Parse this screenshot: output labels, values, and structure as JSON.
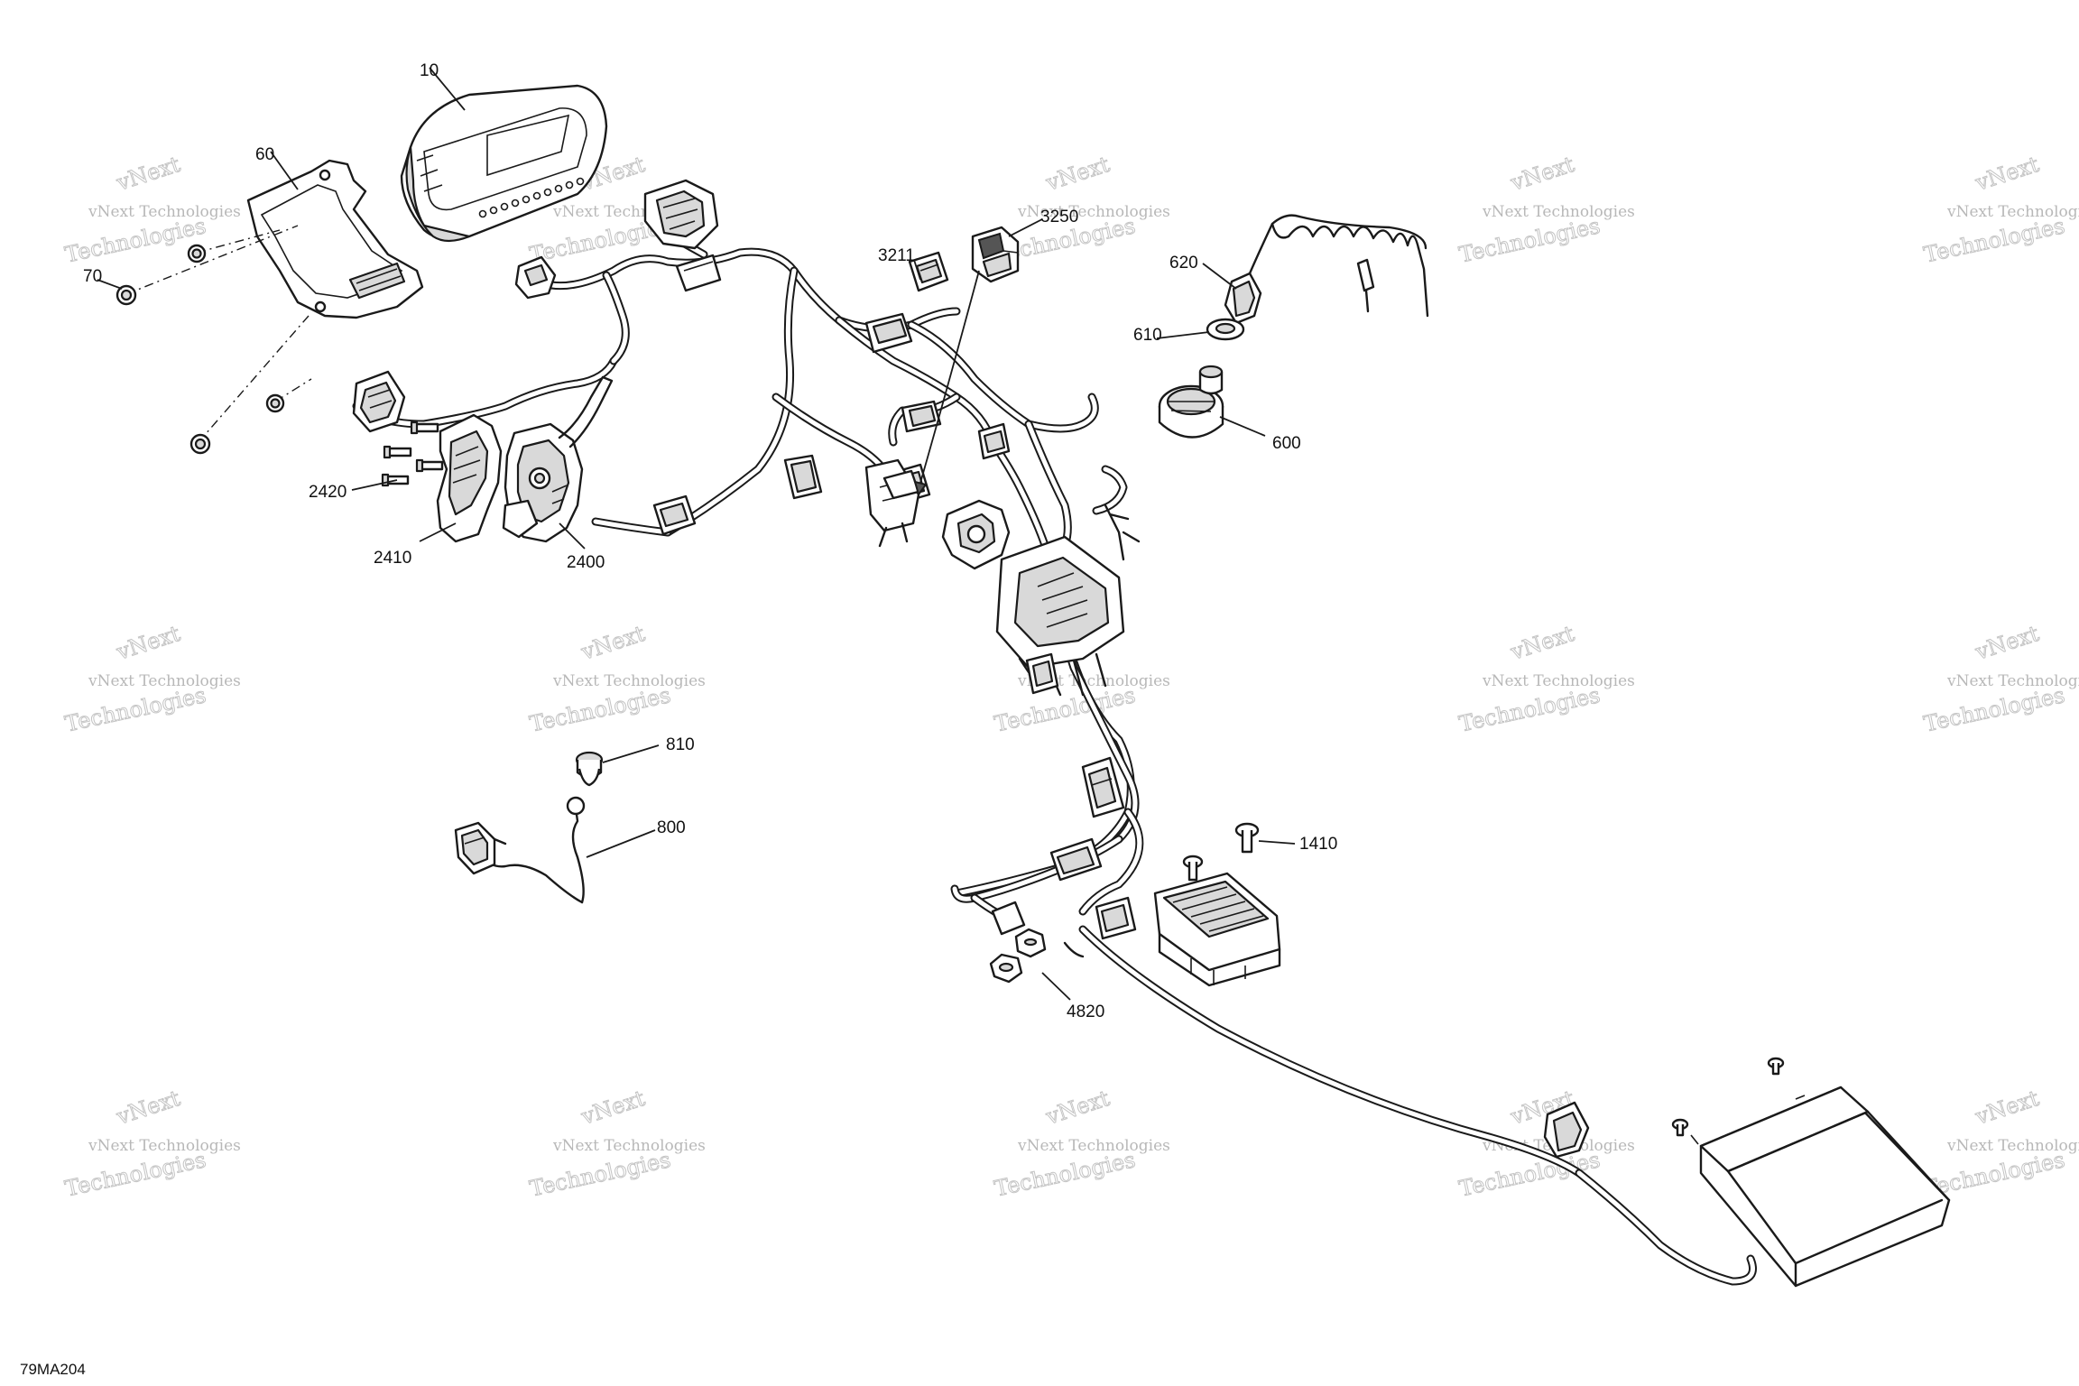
{
  "diagram": {
    "reference_code": "79MA204",
    "callouts": [
      {
        "id": "callout-10",
        "label": "10"
      },
      {
        "id": "callout-60",
        "label": "60"
      },
      {
        "id": "callout-70",
        "label": "70"
      },
      {
        "id": "callout-2420",
        "label": "2420"
      },
      {
        "id": "callout-2410",
        "label": "2410"
      },
      {
        "id": "callout-2400",
        "label": "2400"
      },
      {
        "id": "callout-3211",
        "label": "3211"
      },
      {
        "id": "callout-3250",
        "label": "3250"
      },
      {
        "id": "callout-620",
        "label": "620"
      },
      {
        "id": "callout-610",
        "label": "610"
      },
      {
        "id": "callout-600",
        "label": "600"
      },
      {
        "id": "callout-810",
        "label": "810"
      },
      {
        "id": "callout-800",
        "label": "800"
      },
      {
        "id": "callout-1410",
        "label": "1410"
      },
      {
        "id": "callout-4820",
        "label": "4820"
      }
    ]
  },
  "watermark": {
    "line1": "vNext Technologies",
    "line2": "Technologies",
    "line3": "vNext",
    "color": "#b8b8b8"
  }
}
